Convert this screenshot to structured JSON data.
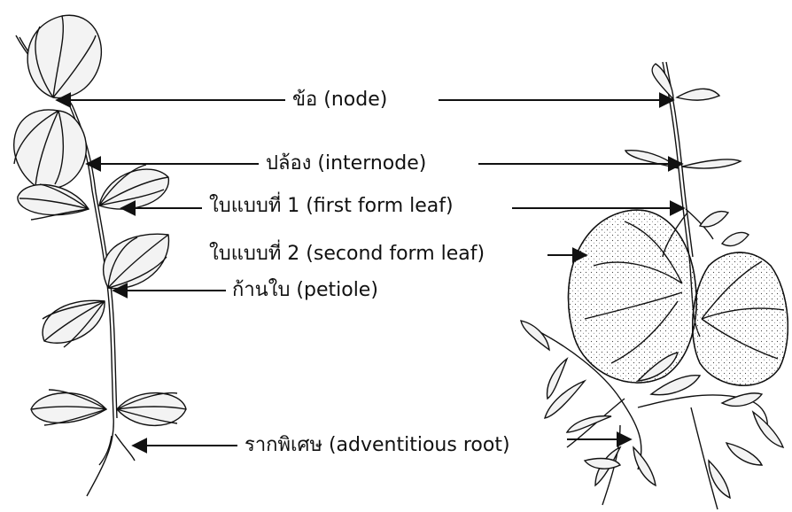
{
  "labels": {
    "node": "ข้อ (node)",
    "internode": "ปล้อง (internode)",
    "first_form_leaf": "ใบแบบที่ 1 (first form leaf)",
    "second_form_leaf": "ใบแบบที่ 2 (second form leaf)",
    "petiole": "ก้านใบ (petiole)",
    "adventitious_root": "รากพิเศษ (adventitious root)"
  },
  "colors": {
    "ink": "#111111",
    "leaf_fill": "#f3f3f3",
    "background": "#ffffff"
  }
}
